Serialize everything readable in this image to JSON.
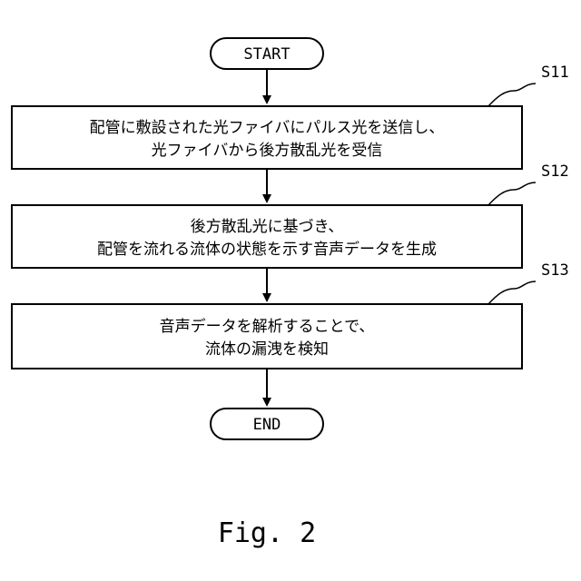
{
  "start": {
    "label": "START"
  },
  "steps": [
    {
      "id": "S11",
      "lines": [
        "配管に敷設された光ファイバにパルス光を送信し、",
        "光ファイバから後方散乱光を受信"
      ]
    },
    {
      "id": "S12",
      "lines": [
        "後方散乱光に基づき、",
        "配管を流れる流体の状態を示す音声データを生成"
      ]
    },
    {
      "id": "S13",
      "lines": [
        "音声データを解析することで、",
        "流体の漏洩を検知"
      ]
    }
  ],
  "end": {
    "label": "END"
  },
  "caption": "Fig. 2"
}
